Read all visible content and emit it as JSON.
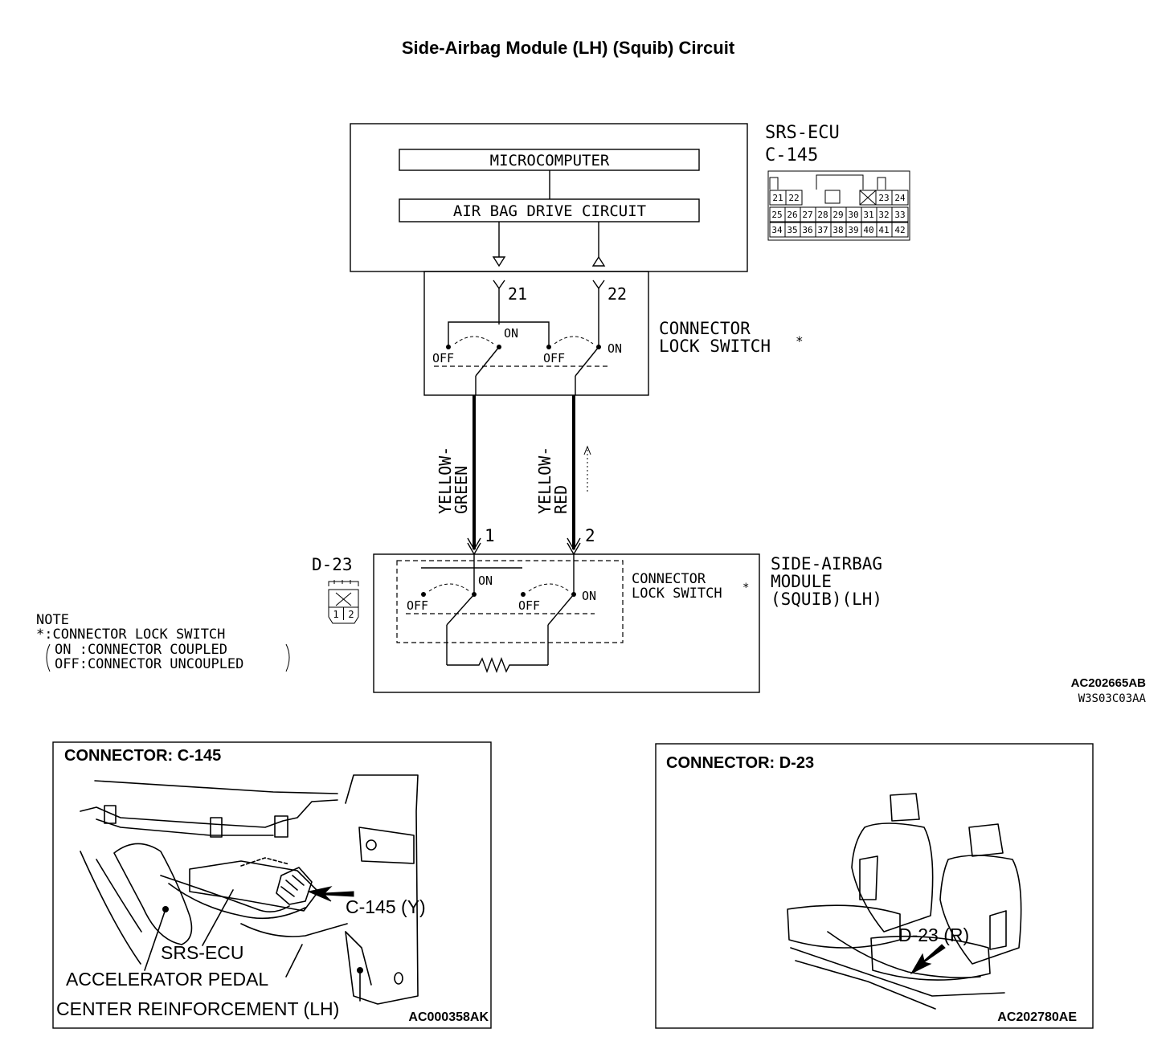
{
  "title": "Side-Airbag Module (LH) (Squib) Circuit",
  "ecu": {
    "name": "SRS-ECU",
    "connector": "C-145",
    "block_micro": "MICROCOMPUTER",
    "block_drive": "AIR BAG DRIVE CIRCUIT",
    "pin_a": "21",
    "pin_b": "22",
    "pinout_row1": [
      "21",
      "22",
      "23",
      "24"
    ],
    "pinout_row2": [
      "25",
      "26",
      "27",
      "28",
      "29",
      "30",
      "31",
      "32",
      "33"
    ],
    "pinout_row3": [
      "34",
      "35",
      "36",
      "37",
      "38",
      "39",
      "40",
      "41",
      "42"
    ]
  },
  "switch": {
    "label_line1": "CONNECTOR",
    "label_line2": "LOCK SWITCH",
    "asterisk": "*",
    "on": "ON",
    "off": "OFF"
  },
  "wires": {
    "left_line1": "YELLOW-",
    "left_line2": "GREEN",
    "right_line1": "YELLOW-",
    "right_line2": "RED",
    "pin_1": "1",
    "pin_2": "2"
  },
  "module": {
    "connector": "D-23",
    "name_line1": "SIDE-AIRBAG",
    "name_line2": "MODULE",
    "name_line3": "(SQUIB)(LH)",
    "pins": [
      "1",
      "2"
    ]
  },
  "note": {
    "line1": "NOTE",
    "line2": "*:CONNECTOR LOCK SWITCH",
    "line3": "ON :CONNECTOR COUPLED",
    "line4": "OFF:CONNECTOR UNCOUPLED"
  },
  "codes": {
    "diagram_code": "AC202665AB",
    "diagram_subcode": "W3S03C03AA"
  },
  "panel_left": {
    "title": "CONNECTOR: C-145",
    "callout_connector": "C-145 (Y)",
    "callout_ecu": "SRS-ECU",
    "callout_pedal": "ACCELERATOR PEDAL",
    "callout_reinf": "CENTER REINFORCEMENT (LH)",
    "code": "AC000358AK"
  },
  "panel_right": {
    "title": "CONNECTOR: D-23",
    "callout_connector": "D-23 (R)",
    "code": "AC202780AE"
  }
}
